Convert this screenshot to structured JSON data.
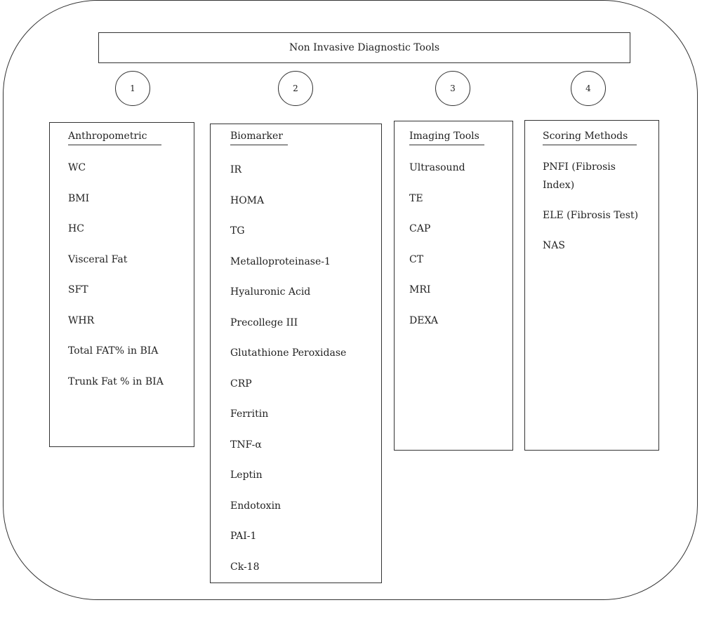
{
  "title": "Non Invasive Diagnostic Tools",
  "numbers": [
    "1",
    "2",
    "3",
    "4"
  ],
  "panels": [
    {
      "title": "Anthropometric",
      "items": [
        "WC",
        "BMI",
        "HC",
        "Visceral Fat",
        "SFT",
        "WHR",
        "Total FAT% in BIA",
        "Trunk Fat % in BIA"
      ]
    },
    {
      "title": "Biomarker",
      "items": [
        "IR",
        "HOMA",
        "TG",
        "Metalloproteinase-1",
        "Hyaluronic Acid",
        "Precollege III",
        "Glutathione Peroxidase",
        "CRP",
        "Ferritin",
        "TNF-α",
        "Leptin",
        "Endotoxin",
        "PAI-1",
        "Ck-18"
      ]
    },
    {
      "title": "Imaging Tools",
      "items": [
        "Ultrasound",
        "TE",
        "CAP",
        "CT",
        "MRI",
        "DEXA"
      ]
    },
    {
      "title": "Scoring Methods",
      "items": [
        "PNFI (Fibrosis Index)",
        "ELE (Fibrosis Test)",
        "NAS"
      ]
    }
  ]
}
